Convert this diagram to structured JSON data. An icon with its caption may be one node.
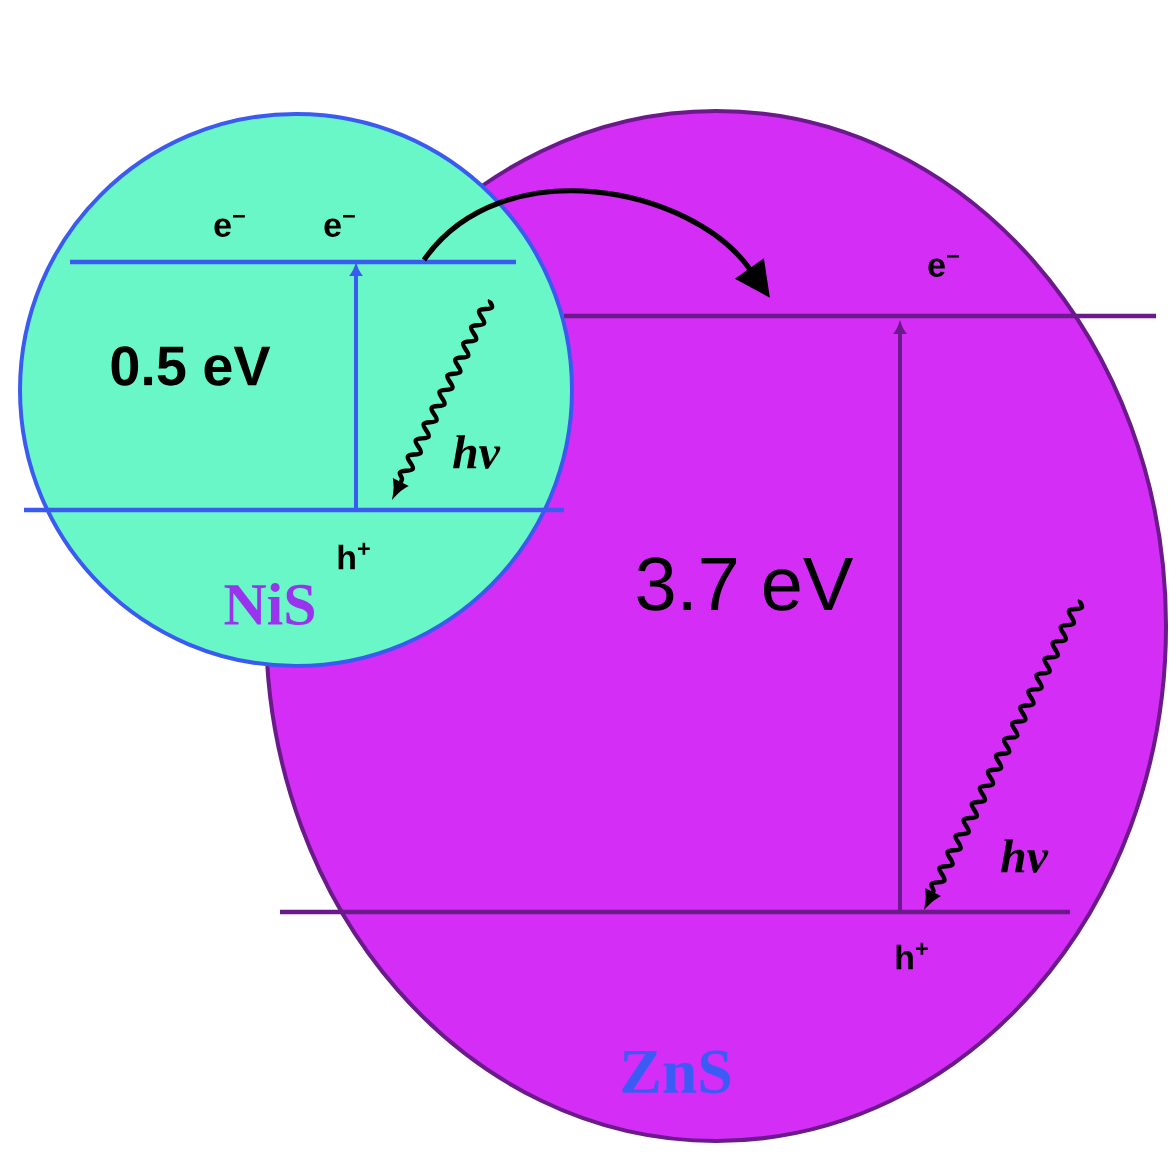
{
  "diagram": {
    "nodes": [
      {
        "text": [
          "0.5 eV",
          "NiS"
        ]
      },
      {
        "text": [
          "3.7 eV",
          "ZnS"
        ]
      }
    ],
    "edges": [
      {
        "from": 0,
        "to": 1,
        "arrow": "to"
      }
    ],
    "labels": [
      "e$^{−}$",
      "e$^{−}$",
      "e$^{−}$",
      "hν",
      "h$^{+}$",
      "hν",
      "h$^{+}$"
    ]
  }
}
